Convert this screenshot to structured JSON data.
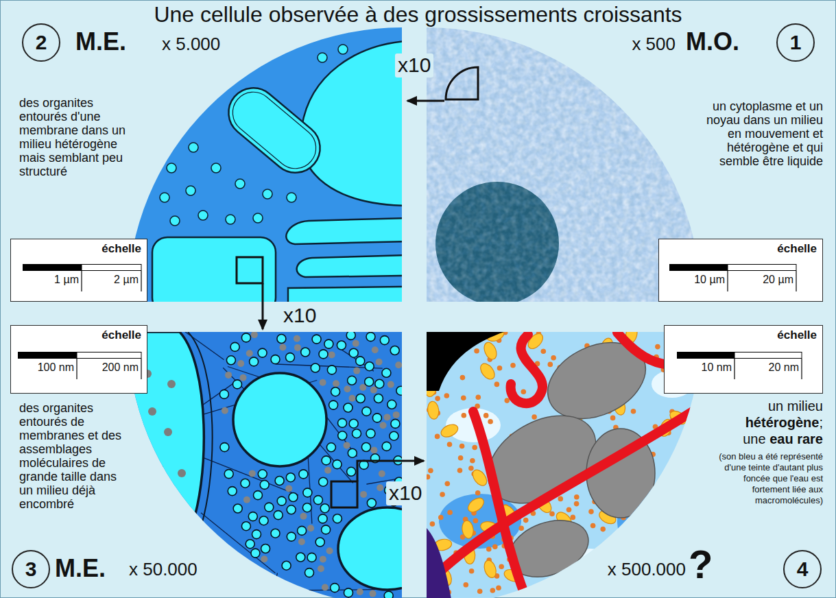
{
  "diagram": {
    "title": "Une cellule observée à des grossissements croissants",
    "nodes": [
      {
        "text": [
          "2"
        ]
      },
      {
        "text": [
          "1"
        ]
      },
      {
        "text": [
          "échelle",
          "1 µm",
          "2 µm"
        ]
      },
      {
        "text": [
          "échelle",
          "10 µm",
          "20 µm"
        ]
      },
      {
        "text": [
          "échelle",
          "100 nm",
          "200 nm"
        ]
      },
      {
        "text": [
          "échelle",
          "10 nm",
          "20 nm"
        ]
      },
      {
        "text": [
          "3"
        ]
      },
      {
        "text": [
          "4"
        ]
      }
    ],
    "labels": [
      "M.E.",
      "x 5.000",
      "x10",
      "x 500",
      "M.O.",
      "des organites entourés d'une membrane dans un milieu hétérogène mais semblant peu structuré",
      "un cytoplasme et un noyau dans un milieu en mouvement et hétérogène et qui semble être liquide",
      "x10",
      "des organites entourés de membranes et des assemblages moléculaires de grande taille dans un milieu déjà encombré",
      "x10",
      "un milieu",
      "hétérogène",
      ";",
      "une",
      "eau rare",
      "(son bleu a été représenté d'une teinte d'autant plus foncée que l'eau est fortement liée aux macromolécules)",
      "M.E.",
      "x 50.000",
      "x 500.000",
      "?"
    ]
  }
}
